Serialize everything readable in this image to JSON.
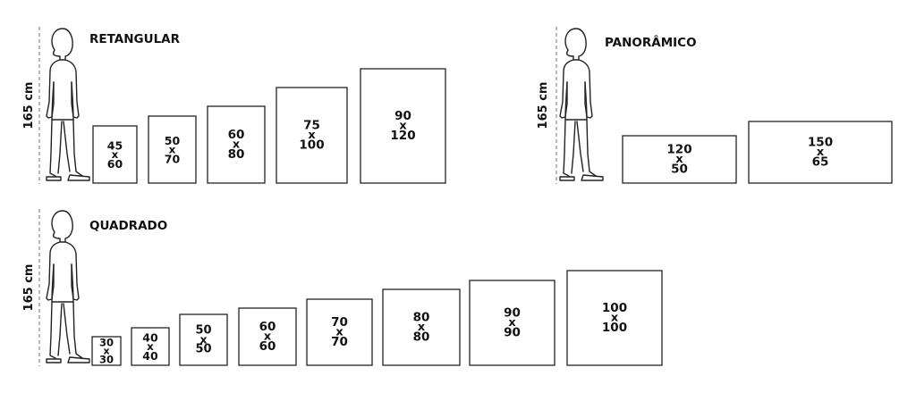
{
  "height_label": "165 cm",
  "sections": [
    {
      "id": "retangular",
      "title": "RETANGULAR",
      "frames": [
        {
          "w": "45",
          "x": "x",
          "h": "60"
        },
        {
          "w": "50",
          "x": "x",
          "h": "70"
        },
        {
          "w": "60",
          "x": "x",
          "h": "80"
        },
        {
          "w": "75",
          "x": "x",
          "h": "100"
        },
        {
          "w": "90",
          "x": "x",
          "h": "120"
        }
      ]
    },
    {
      "id": "panoramico",
      "title": "PANORÂMICO",
      "frames": [
        {
          "w": "120",
          "x": "x",
          "h": "50"
        },
        {
          "w": "150",
          "x": "x",
          "h": "65"
        }
      ]
    },
    {
      "id": "quadrado",
      "title": "QUADRADO",
      "frames": [
        {
          "w": "30",
          "x": "x",
          "h": "30"
        },
        {
          "w": "40",
          "x": "x",
          "h": "40"
        },
        {
          "w": "50",
          "x": "x",
          "h": "50"
        },
        {
          "w": "60",
          "x": "x",
          "h": "60"
        },
        {
          "w": "70",
          "x": "x",
          "h": "70"
        },
        {
          "w": "80",
          "x": "x",
          "h": "80"
        },
        {
          "w": "90",
          "x": "x",
          "h": "90"
        },
        {
          "w": "100",
          "x": "x",
          "h": "100"
        }
      ]
    }
  ],
  "colors": {
    "stroke": "#222222",
    "text": "#111111",
    "guide": "#888888"
  }
}
